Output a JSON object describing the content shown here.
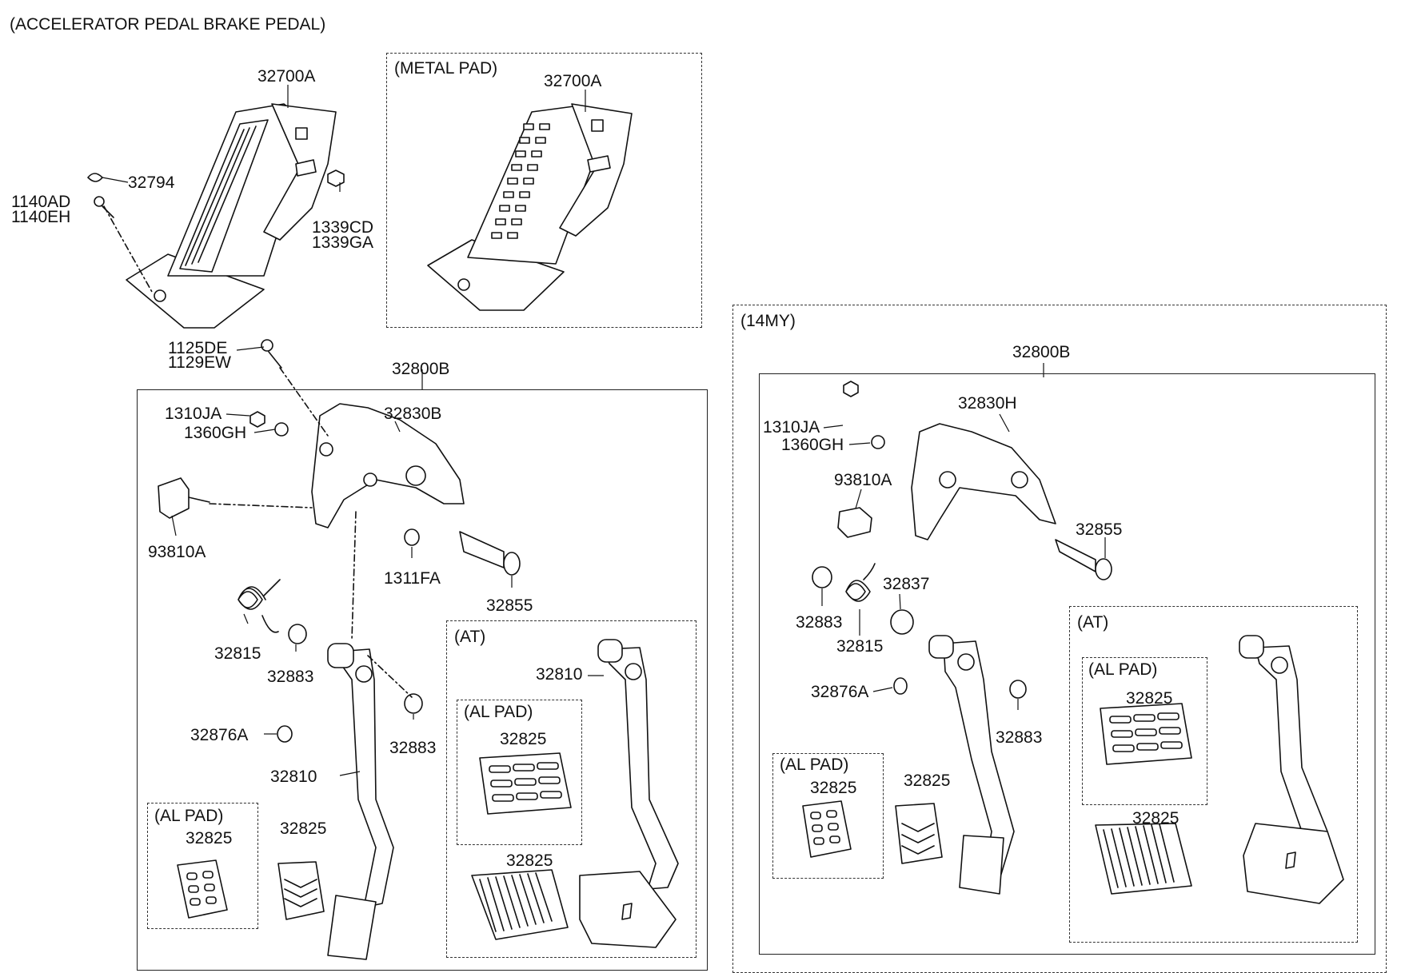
{
  "title": "(ACCELERATOR PEDAL  BRAKE PEDAL)",
  "boxes": {
    "metal_pad": "(METAL PAD)",
    "model_14my": "(14MY)",
    "at_left": "(AT)",
    "at_right": "(AT)",
    "al_pad_left_at": "(AL PAD)",
    "al_pad_left_mt": "(AL PAD)",
    "al_pad_right_at": "(AL PAD)",
    "al_pad_right_mt": "(AL PAD)"
  },
  "parts": {
    "p32700A_main": "32700A",
    "p32700A_metal": "32700A",
    "p32794": "32794",
    "p1140AD": "1140AD",
    "p1140EH": "1140EH",
    "p1339CD": "1339CD",
    "p1339GA": "1339GA",
    "p1125DE": "1125DE",
    "p1129EW": "1129EW",
    "p32800B_left": "32800B",
    "p1310JA_left": "1310JA",
    "p32830B": "32830B",
    "p1360GH_left": "1360GH",
    "p93810A_left": "93810A",
    "p1311FA": "1311FA",
    "p32855_left": "32855",
    "p32815_left": "32815",
    "p32883_left_a": "32883",
    "p32883_left_b": "32883",
    "p32876A_left": "32876A",
    "p32810_left": "32810",
    "p32825_left_al": "32825",
    "p32825_left_mt": "32825",
    "p32810_at": "32810",
    "p32825_at_al": "32825",
    "p32825_at": "32825",
    "p32800B_right": "32800B",
    "p32830H": "32830H",
    "p1310JA_right": "1310JA",
    "p1360GH_right": "1360GH",
    "p93810A_right": "93810A",
    "p32855_right": "32855",
    "p32837": "32837",
    "p32883_right_a": "32883",
    "p32815_right": "32815",
    "p32876A_right": "32876A",
    "p32883_right_b": "32883",
    "p32825_right_al": "32825",
    "p32825_right_mt": "32825",
    "p32825_right_at_al": "32825",
    "p32825_right_at": "32825"
  }
}
